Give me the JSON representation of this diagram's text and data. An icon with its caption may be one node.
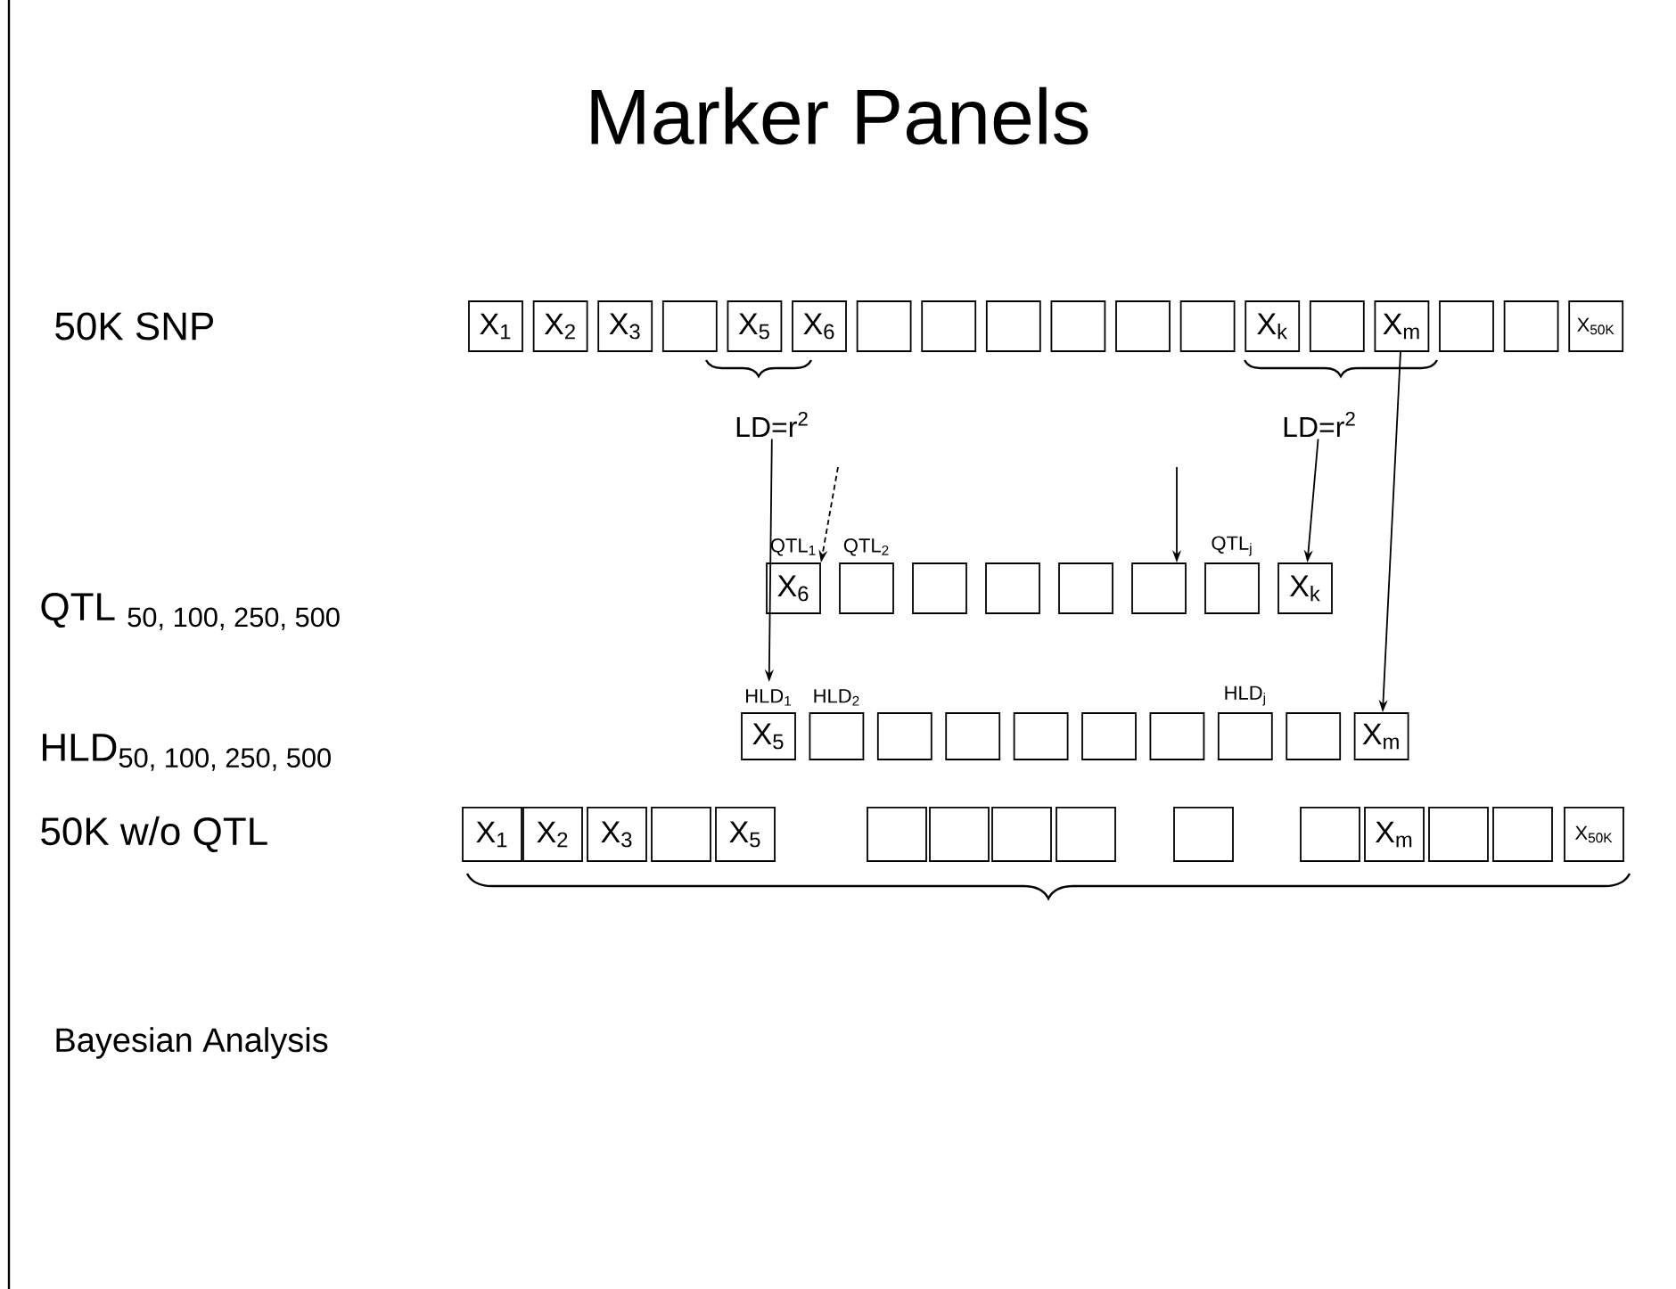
{
  "diagram": {
    "title": "Marker Panels",
    "nodes": [
      {
        "text": [
          "X$_{1}$"
        ]
      },
      {
        "text": [
          "X$_{2}$"
        ]
      },
      {
        "text": [
          "X$_{3}$"
        ]
      },
      {
        "text": [],
        "shape": "box"
      },
      {
        "text": [
          "X$_{5}$"
        ]
      },
      {
        "text": [
          "X$_{6}$"
        ]
      },
      {
        "text": [],
        "shape": "box"
      },
      {
        "text": [],
        "shape": "box"
      },
      {
        "text": [],
        "shape": "box"
      },
      {
        "text": [],
        "shape": "box"
      },
      {
        "text": [],
        "shape": "box"
      },
      {
        "text": [],
        "shape": "box"
      },
      {
        "text": [
          "X$_{k}$"
        ]
      },
      {
        "text": [],
        "shape": "box"
      },
      {
        "text": [
          "X$_{m}$"
        ]
      },
      {
        "text": [],
        "shape": "box"
      },
      {
        "text": [],
        "shape": "box"
      },
      {
        "text": [
          "X$_{50K}$"
        ]
      },
      {
        "text": [
          "LD=r$^{2}$"
        ]
      },
      {
        "text": [
          "LD=r$^{2}$"
        ]
      },
      {
        "text": [
          "X$_{6}$"
        ],
        "beside": [
          "QTL$_{1}$"
        ]
      },
      {
        "text": [],
        "shape": "box",
        "beside": [
          "QTL$_{2}$"
        ]
      },
      {
        "text": [],
        "shape": "box"
      },
      {
        "text": [],
        "shape": "box"
      },
      {
        "text": [],
        "shape": "box"
      },
      {
        "text": [],
        "shape": "box"
      },
      {
        "text": [],
        "shape": "box",
        "beside": [
          "QTL$_{j}$"
        ]
      },
      {
        "text": [
          "X$_{k}$"
        ]
      },
      {
        "text": [
          "X$_{5}$"
        ],
        "beside": [
          "HLD$_{1}$"
        ]
      },
      {
        "text": [],
        "shape": "box",
        "beside": [
          "HLD$_{2}$"
        ]
      },
      {
        "text": [],
        "shape": "box"
      },
      {
        "text": [],
        "shape": "box"
      },
      {
        "text": [],
        "shape": "box"
      },
      {
        "text": [],
        "shape": "box"
      },
      {
        "text": [],
        "shape": "box"
      },
      {
        "text": [],
        "shape": "box",
        "beside": [
          "HLD$_{j}$"
        ]
      },
      {
        "text": [],
        "shape": "box"
      },
      {
        "text": [
          "X$_{m}$"
        ]
      },
      {
        "text": [
          "X$_{1}$"
        ]
      },
      {
        "text": [
          "X$_{2}$"
        ]
      },
      {
        "text": [
          "X$_{3}$"
        ]
      },
      {
        "text": [],
        "shape": "box"
      },
      {
        "text": [
          "X$_{5}$"
        ]
      },
      {
        "text": [],
        "shape": "box"
      },
      {
        "text": [],
        "shape": "box"
      },
      {
        "text": [],
        "shape": "box"
      },
      {
        "text": [],
        "shape": "box"
      },
      {
        "text": [],
        "shape": "box"
      },
      {
        "text": [],
        "shape": "box"
      },
      {
        "text": [
          "X$_{m}$"
        ]
      },
      {
        "text": [],
        "shape": "box"
      },
      {
        "text": [],
        "shape": "box"
      },
      {
        "text": [
          "X$_{50K}$"
        ]
      }
    ],
    "edges": [
      {
        "from": 18,
        "to": 28,
        "arrow": "to"
      },
      {
        "from": null,
        "to": 20,
        "arrow": "to",
        "style": "dashed"
      },
      {
        "from": null,
        "to": 25,
        "arrow": "to"
      },
      {
        "from": 19,
        "to": 27,
        "arrow": "to"
      },
      {
        "from": 14,
        "to": 37,
        "arrow": "to"
      }
    ],
    "labels": [
      "50K SNP",
      "\\text{QTL}\\ _{\\text{50, 100, 250, 500}}",
      "\\text{HLD}_{\\text{50, 100, 250, 500}}",
      "50K w/o QTL",
      "Bayesian Analysis"
    ]
  }
}
